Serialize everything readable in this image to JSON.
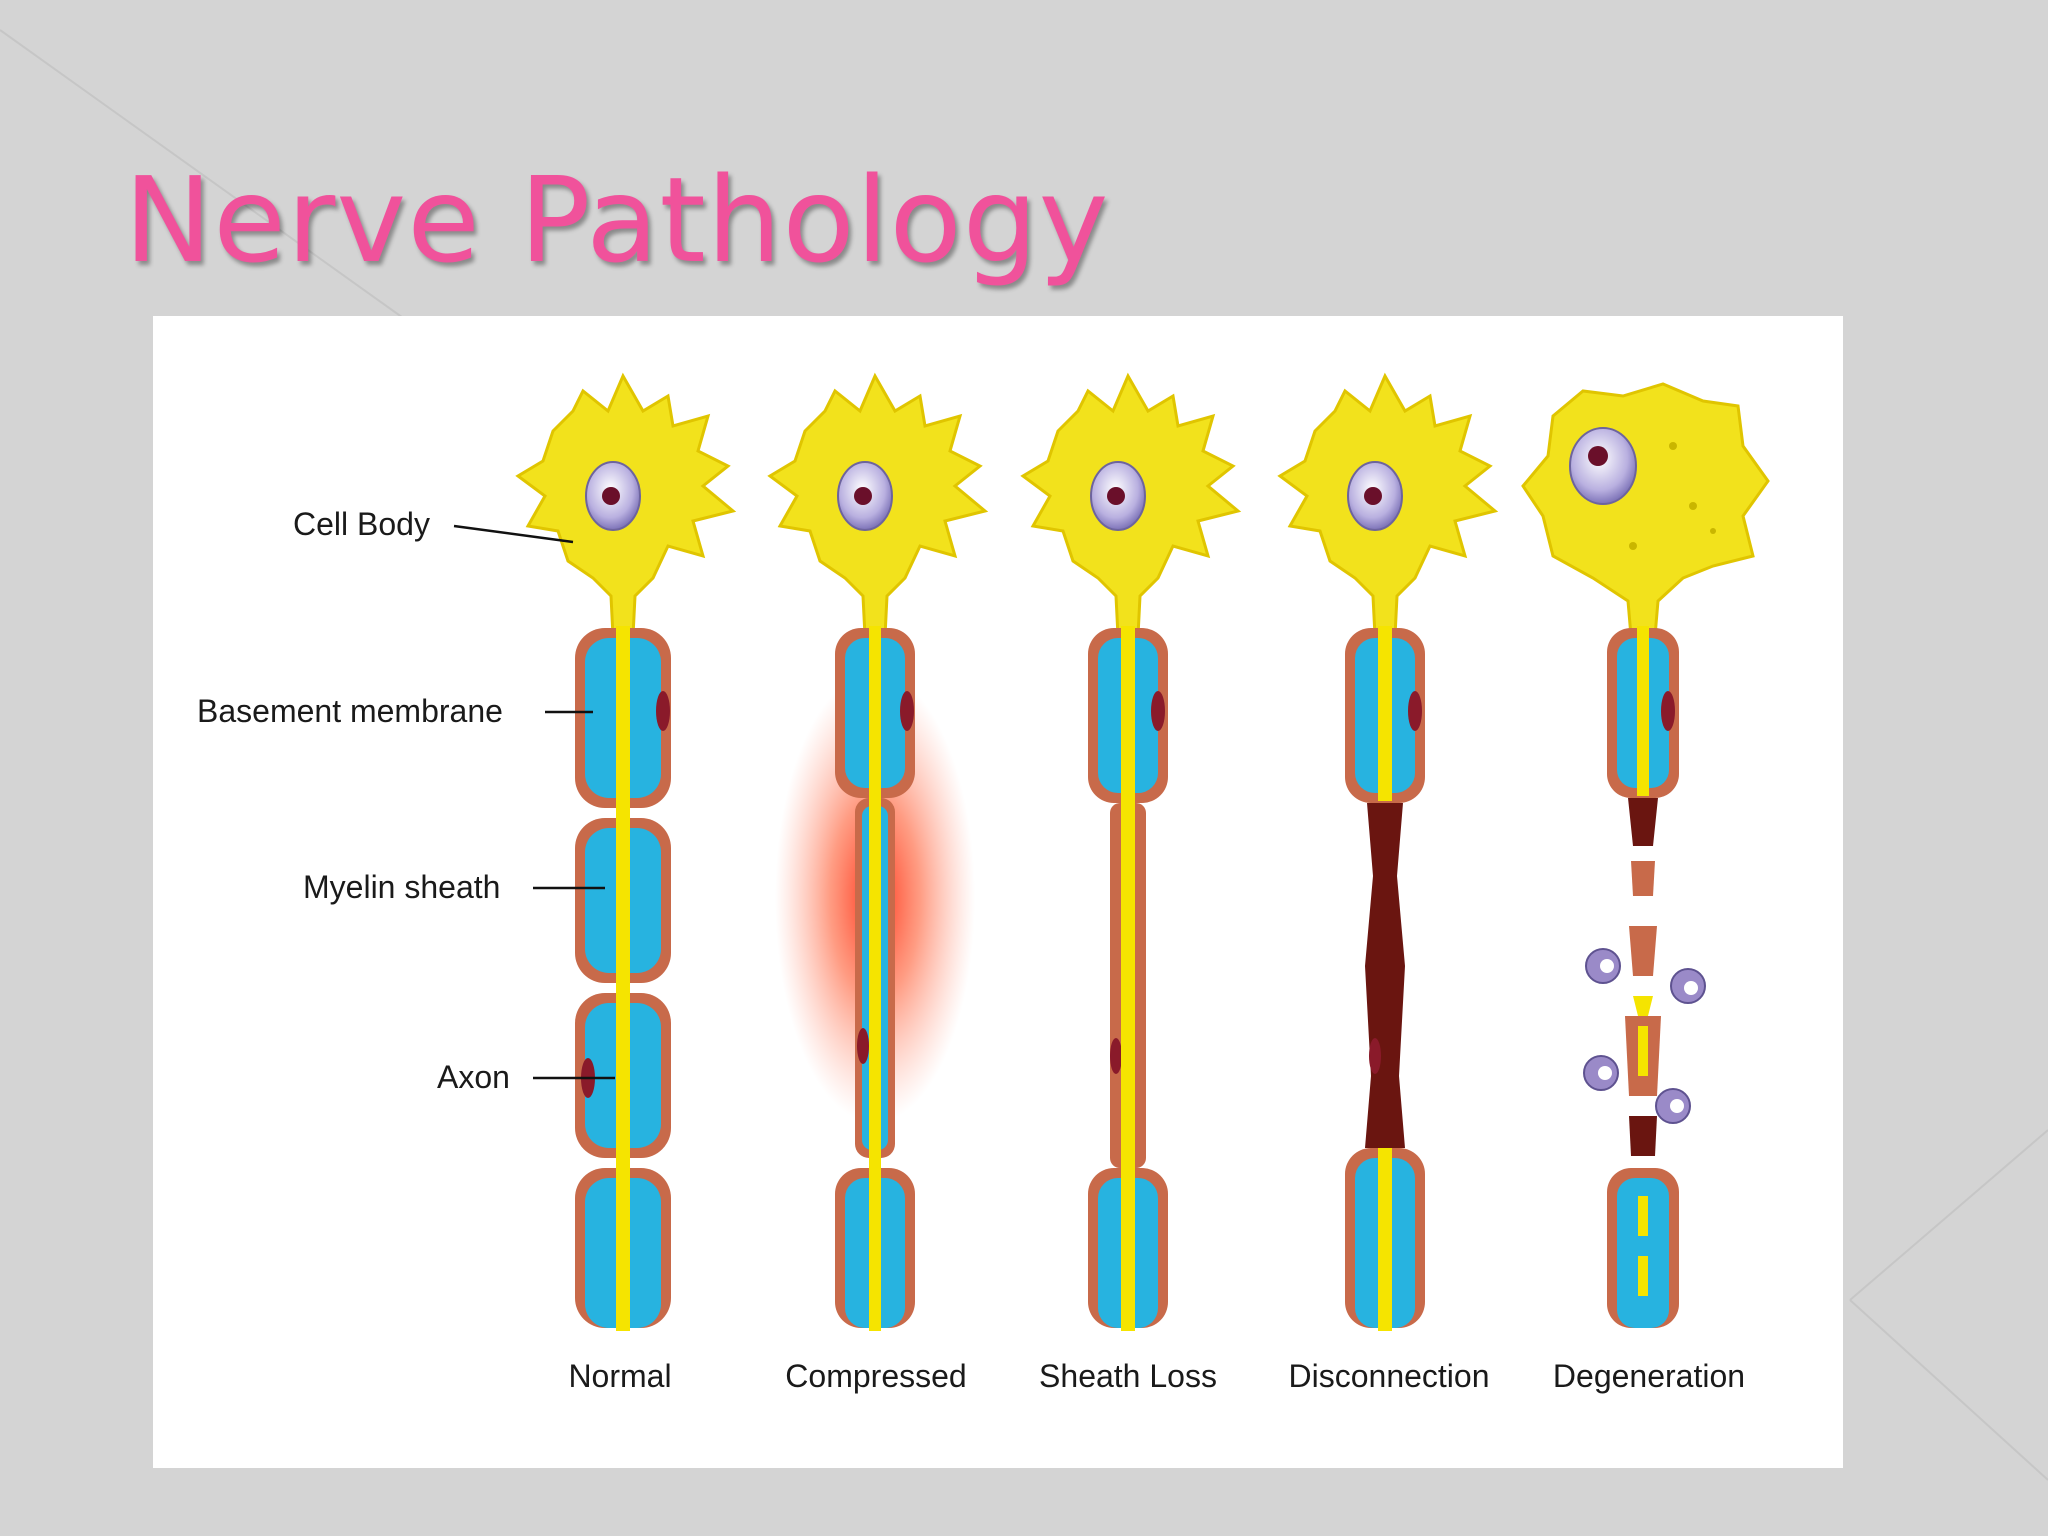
{
  "slide": {
    "title": "Nerve Pathology"
  },
  "diagram": {
    "structure_labels": {
      "cell_body": "Cell Body",
      "basement_membrane": "Basement membrane",
      "myelin_sheath": "Myelin sheath",
      "axon": "Axon"
    },
    "stages": [
      "Normal",
      "Compressed",
      "Sheath Loss",
      "Disconnection",
      "Degeneration"
    ]
  },
  "colors": {
    "title": "#f0529b",
    "background": "#d4d4d4",
    "cell_body": "#f2e21c",
    "myelin": "#27b3e0",
    "membrane": "#c86a4a",
    "axon": "#f5e400",
    "inflammation": "#ff3a1a",
    "macrophage": "#9a8ac8"
  }
}
